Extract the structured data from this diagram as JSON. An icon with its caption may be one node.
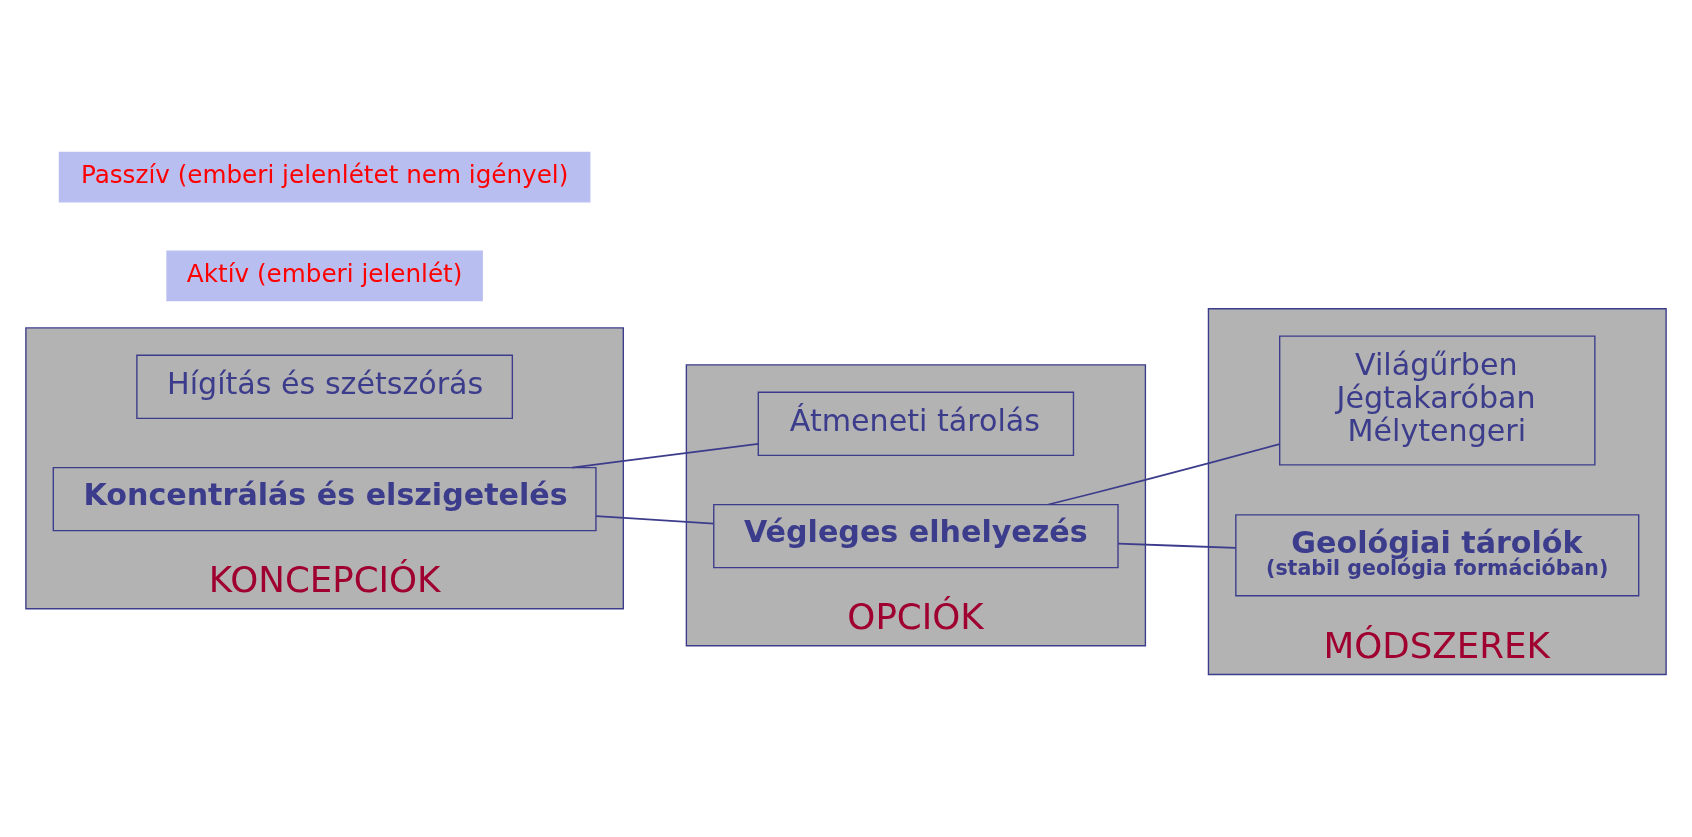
{
  "diagram": {
    "nodes": [
      {
        "text": [
          "KONCEPCIÓK"
        ]
      },
      {
        "text": [
          "Hígítás és szétszórás"
        ],
        "in": 0
      },
      {
        "text": [
          "Koncentrálás és elszigetelés"
        ],
        "in": 0
      },
      {
        "text": [
          "OPCIÓK"
        ]
      },
      {
        "text": [
          "Átmeneti tárolás"
        ],
        "in": 3
      },
      {
        "text": [
          "Végleges elhelyezés"
        ],
        "in": 3
      },
      {
        "text": [
          "MÓDSZEREK"
        ]
      },
      {
        "text": [
          "Világűrben",
          "Jégtakaróban",
          "Mélytengeri"
        ],
        "in": 6
      },
      {
        "text": [
          "Geológiai tárolók",
          "(stabil geológia formációban)"
        ],
        "in": 6
      },
      {
        "text": [
          "Aktív (emberi jelenlét)"
        ]
      },
      {
        "text": [
          "Passzív (emberi jelenlétet nem igényel)"
        ]
      }
    ],
    "edges": [
      {
        "from": 2,
        "to": 4,
        "arrow": "none"
      },
      {
        "from": 2,
        "to": 5,
        "arrow": "none"
      },
      {
        "from": 5,
        "to": 7,
        "arrow": "none"
      },
      {
        "from": 5,
        "to": 8,
        "arrow": "none"
      }
    ]
  }
}
